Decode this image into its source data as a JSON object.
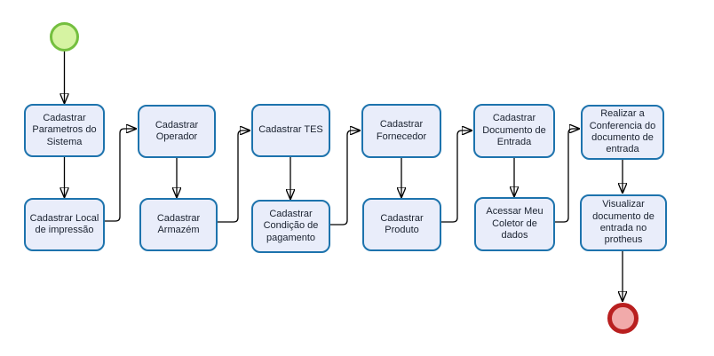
{
  "diagram": {
    "type": "flowchart",
    "language": "pt-BR",
    "colors": {
      "background": "#ffffff",
      "task_fill": "#e9edfa",
      "task_border": "#1d73ad",
      "task_text": "#1a2230",
      "connector": "#000000",
      "start_event_fill": "#d6f3a2",
      "start_event_border": "#74bf3f",
      "end_event_fill": "#f1aaaa",
      "end_event_border": "#b91f1f"
    },
    "events": {
      "start": {
        "id": "start",
        "shape": "circle"
      },
      "end": {
        "id": "end",
        "shape": "circle"
      }
    },
    "tasks": [
      {
        "id": "cadastrar-parametros-do-sistema",
        "label": "Cadastrar Parametros do Sistema"
      },
      {
        "id": "cadastrar-local-de-impressao",
        "label": "Cadastrar Local de impressão"
      },
      {
        "id": "cadastrar-operador",
        "label": "Cadastrar Operador"
      },
      {
        "id": "cadastrar-armazem",
        "label": "Cadastrar Armazém"
      },
      {
        "id": "cadastrar-tes",
        "label": "Cadastrar TES"
      },
      {
        "id": "cadastrar-condicao-de-pagamento",
        "label": "Cadastrar Condição de pagamento"
      },
      {
        "id": "cadastrar-fornecedor",
        "label": "Cadastrar Fornecedor"
      },
      {
        "id": "cadastrar-produto",
        "label": "Cadastrar Produto"
      },
      {
        "id": "cadastrar-documento-de-entrada",
        "label": "Cadastrar Documento de Entrada"
      },
      {
        "id": "acessar-meu-coletor-de-dados",
        "label": "Acessar Meu Coletor de dados"
      },
      {
        "id": "realizar-conferencia-documento-entrada",
        "label": "Realizar a Conferencia do documento de entrada"
      },
      {
        "id": "visualizar-documento-entrada-protheus",
        "label": "Visualizar documento de entrada no protheus"
      }
    ],
    "edges": [
      {
        "from": "start",
        "to": "cadastrar-parametros-do-sistema"
      },
      {
        "from": "cadastrar-parametros-do-sistema",
        "to": "cadastrar-local-de-impressao"
      },
      {
        "from": "cadastrar-local-de-impressao",
        "to": "cadastrar-operador"
      },
      {
        "from": "cadastrar-operador",
        "to": "cadastrar-armazem"
      },
      {
        "from": "cadastrar-armazem",
        "to": "cadastrar-tes"
      },
      {
        "from": "cadastrar-tes",
        "to": "cadastrar-condicao-de-pagamento"
      },
      {
        "from": "cadastrar-condicao-de-pagamento",
        "to": "cadastrar-fornecedor"
      },
      {
        "from": "cadastrar-fornecedor",
        "to": "cadastrar-produto"
      },
      {
        "from": "cadastrar-produto",
        "to": "cadastrar-documento-de-entrada"
      },
      {
        "from": "cadastrar-documento-de-entrada",
        "to": "acessar-meu-coletor-de-dados"
      },
      {
        "from": "acessar-meu-coletor-de-dados",
        "to": "realizar-conferencia-documento-entrada"
      },
      {
        "from": "realizar-conferencia-documento-entrada",
        "to": "visualizar-documento-entrada-protheus"
      },
      {
        "from": "visualizar-documento-entrada-protheus",
        "to": "end"
      }
    ]
  }
}
